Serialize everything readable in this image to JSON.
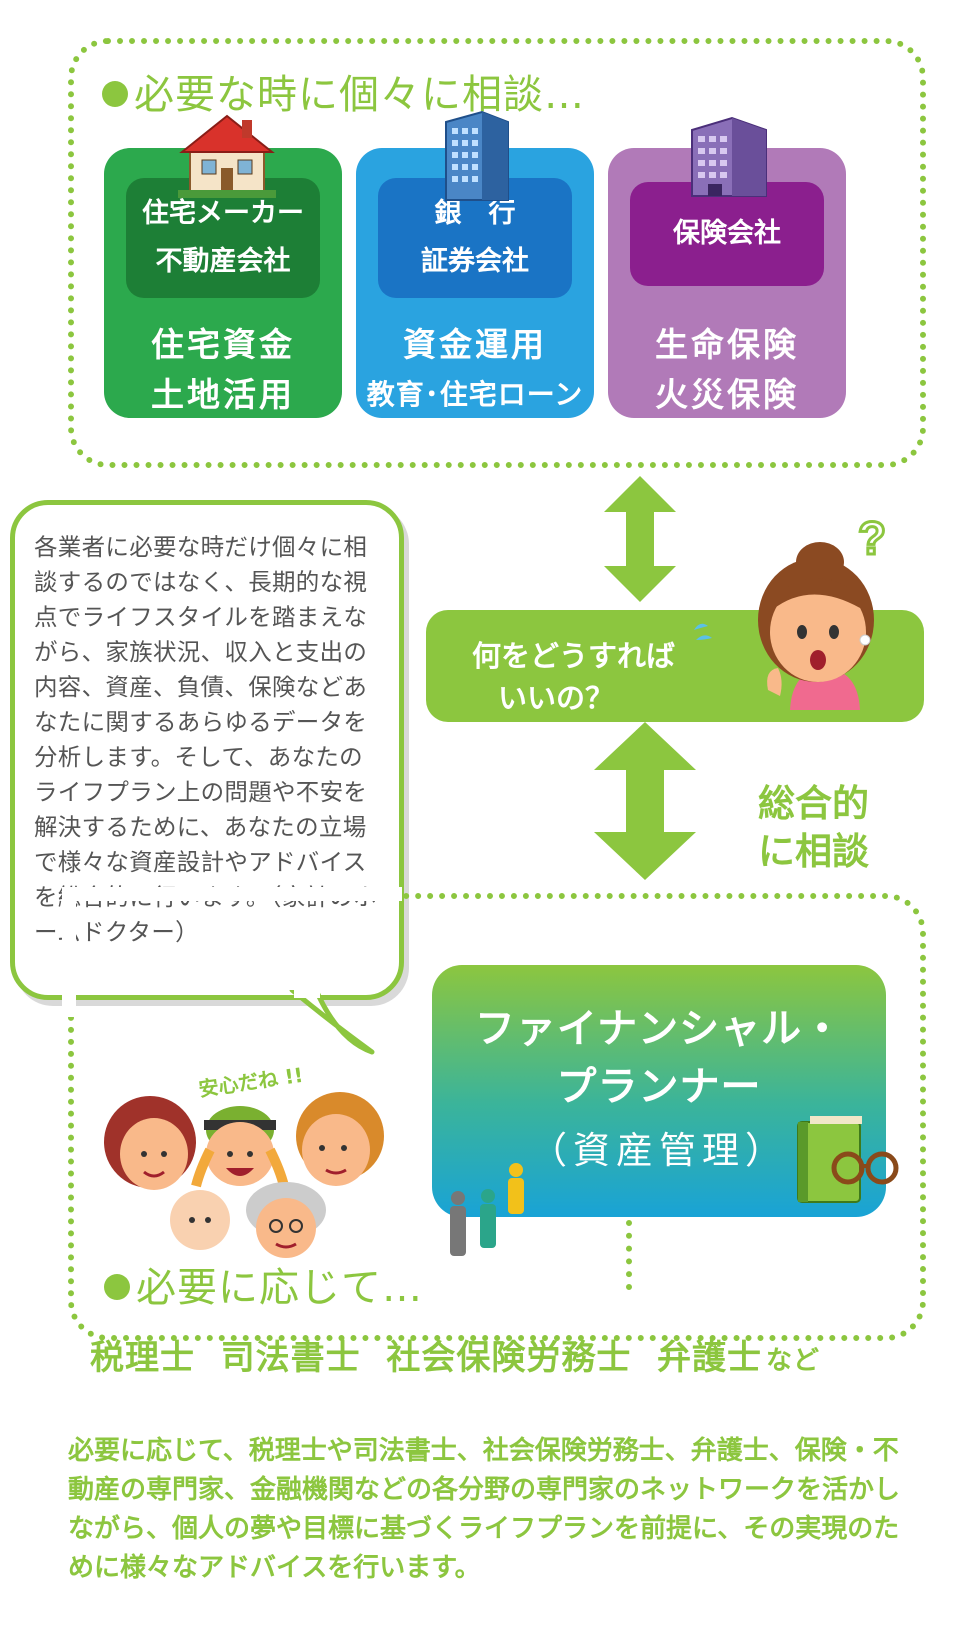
{
  "top_heading": "必要な時に個々に相談…",
  "cards": [
    {
      "inner1": "住宅メーカー",
      "inner2": "不動産会社",
      "sub1": "住宅資金",
      "sub2": "土地活用"
    },
    {
      "inner1": "銀　行",
      "inner2": "証券会社",
      "sub1": "資金運用",
      "sub2": "教育･住宅ローン"
    },
    {
      "inner1": "保険会社",
      "inner2": "",
      "sub1": "生命保険",
      "sub2": "火災保険"
    }
  ],
  "bubble_text": "各業者に必要な時だけ個々に相談するのではなく、長期的な視点でライフスタイルを踏まえながら、家族状況、収入と支出の内容、資産、負債、保険などあなたに関するあらゆるデータを分析します。そして、あなたのライフプラン上の問題や不安を解決するために、あなたの立場で様々な資産設計やアドバイスを総合的に行います。（家計のホームドクター）",
  "question": {
    "line1": "何をどうすれば",
    "line2": "いいの？"
  },
  "consult": {
    "line1": "総合的",
    "line2": "に相談"
  },
  "fp": {
    "line1": "ファイナンシャル・",
    "line2": "プランナー",
    "sub": "（資産管理）"
  },
  "anshin": "安心だね !!",
  "need_heading": "必要に応じて…",
  "professions": "税理士  司法書士  社会保険労務士  弁護士",
  "professions_suffix": "など",
  "bottom_text": "必要に応じて、税理士や司法書士、社会保険労務士、弁護士、保険・不動産の専門家、金融機関などの各分野の専門家のネットワークを活かしながら、個人の夢や目標に基づくライフプランを前提に、その実現のために様々なアドバイスを行います。",
  "colors": {
    "green": "#8cc63f",
    "card_green": "#2ca94d",
    "card_green_inner": "#1d7f36",
    "card_blue": "#2aa3e0",
    "card_blue_inner": "#1a74c5",
    "card_purple": "#b17ab8",
    "card_purple_inner": "#8b1f8e"
  }
}
